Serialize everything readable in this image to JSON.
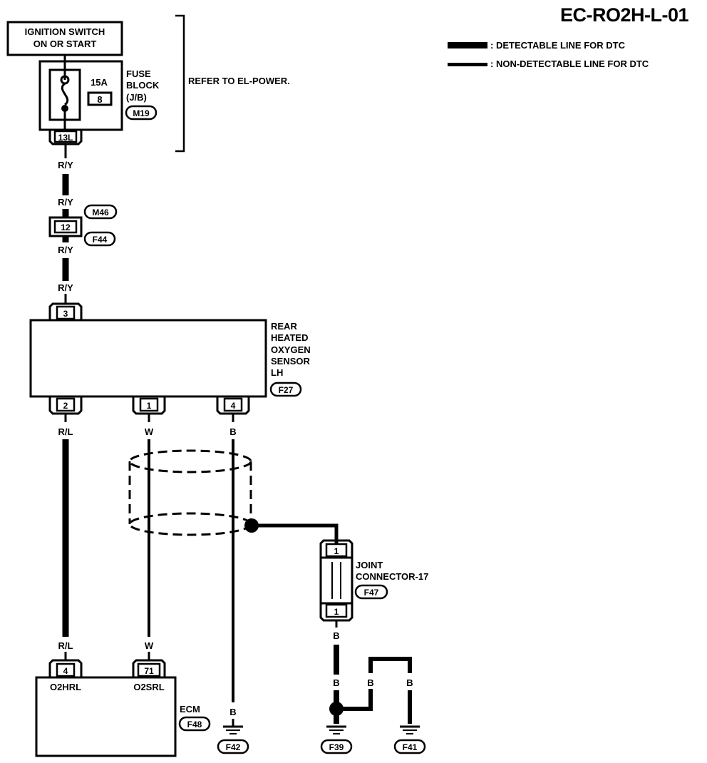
{
  "diagram_id": "EC-RO2H-L-01",
  "legend": {
    "detectable": ": DETECTABLE LINE FOR DTC",
    "non_detectable": ": NON-DETECTABLE LINE FOR DTC"
  },
  "ignition": {
    "line1": "IGNITION SWITCH",
    "line2": "ON OR START"
  },
  "fuse_block": {
    "line1": "FUSE",
    "line2": "BLOCK",
    "line3": "(J/B)",
    "connector": "M19",
    "amp": "15A",
    "fuse_no": "8",
    "terminal": "13L"
  },
  "refer": "REFER TO EL-POWER.",
  "wires": {
    "ry": "R/Y",
    "rl": "R/L",
    "w": "W",
    "b": "B"
  },
  "inline_connector": {
    "terminal": "12",
    "upper": "M46",
    "lower": "F44"
  },
  "sensor": {
    "line1": "REAR",
    "line2": "HEATED",
    "line3": "OXYGEN",
    "line4": "SENSOR",
    "line5": "LH",
    "connector": "F27",
    "pin_top": "3",
    "pin_a": "2",
    "pin_b": "1",
    "pin_c": "4"
  },
  "joint": {
    "line1": "JOINT",
    "line2": "CONNECTOR-17",
    "connector": "F47",
    "pin_top": "1",
    "pin_bottom": "1"
  },
  "ecm": {
    "label": "ECM",
    "connector": "F48",
    "pin_a": "4",
    "pin_b": "71",
    "term_a": "O2HRL",
    "term_b": "O2SRL"
  },
  "grounds": {
    "g1": "F42",
    "g2": "F39",
    "g3": "F41"
  }
}
